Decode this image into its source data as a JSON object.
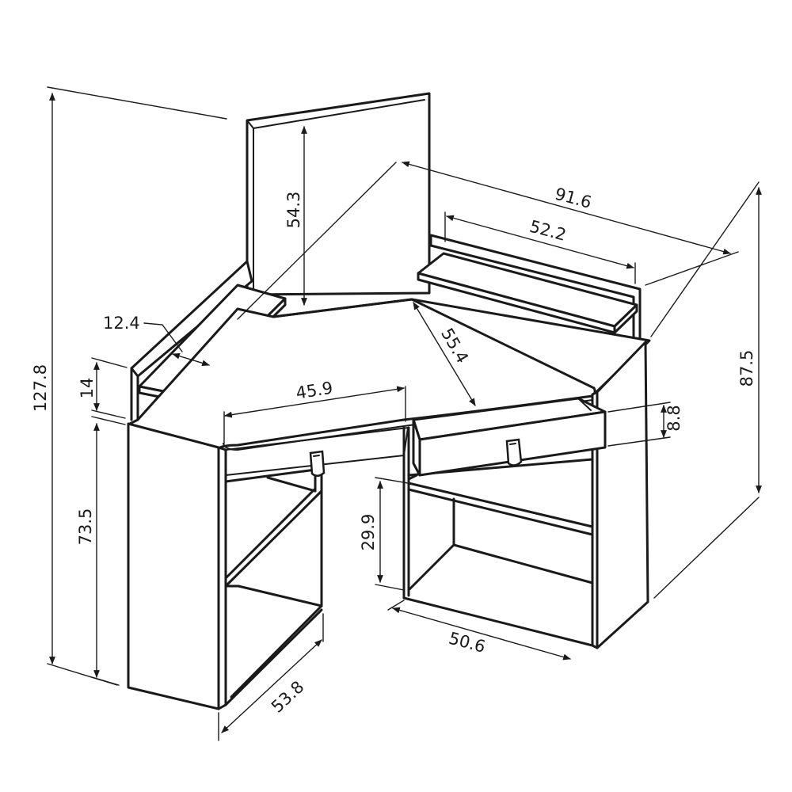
{
  "dimensions": {
    "total_height": "127.8",
    "desk_height": "73.5",
    "shelf_gap": "14",
    "shelf_depth": "12.4",
    "mirror_height": "54.3",
    "diagonal_depth": "55.4",
    "top_width": "91.6",
    "top_shelf_width": "52.2",
    "front_width": "45.9",
    "drawer_height": "8.8",
    "cabinet_height": "87.5",
    "compartment_height": "29.9",
    "side_depth_left": "53.8",
    "side_depth_right": "50.6"
  }
}
